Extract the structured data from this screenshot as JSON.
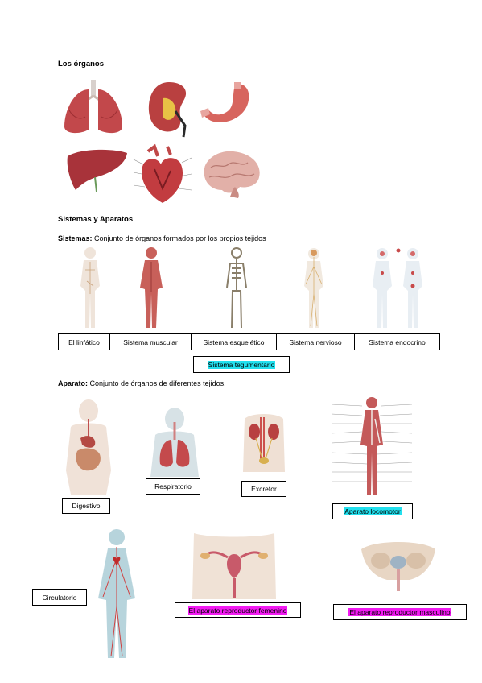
{
  "sections": {
    "organs_title": "Los órganos",
    "systems_title": "Sistemas y Aparatos",
    "systems_def_term": "Sistemas:",
    "systems_def_text": " Conjunto de órganos formados por los propios tejidos",
    "apparatus_def_term": "Aparato:",
    "apparatus_def_text": " Conjunto de órganos de diferentes tejidos."
  },
  "organs": [
    {
      "name": "lungs-image"
    },
    {
      "name": "kidney-image"
    },
    {
      "name": "stomach-image"
    },
    {
      "name": "liver-image"
    },
    {
      "name": "heart-image"
    },
    {
      "name": "brain-image"
    }
  ],
  "systems_table": [
    {
      "label": "El linfático"
    },
    {
      "label": "Sistema muscular"
    },
    {
      "label": "Sistema esquelético"
    },
    {
      "label": "Sistema nervioso"
    },
    {
      "label": "Sistema endocrino"
    }
  ],
  "extra_system": "Sistema tegumentario",
  "apparatus_labels": {
    "digestivo": "Digestivo",
    "respiratorio": "Respiratorio",
    "excretor": "Excretor",
    "locomotor": "Aparato locomotor",
    "circulatorio": "Circulatorio",
    "femenino": "El aparato reproductor femenino",
    "masculino": "El aparato reproductor masculino"
  },
  "colors": {
    "cyan_highlight": "#22e0ee",
    "magenta_highlight": "#f21bf2",
    "organ_red": "#c8484a",
    "skin": "#e9d9cc"
  }
}
